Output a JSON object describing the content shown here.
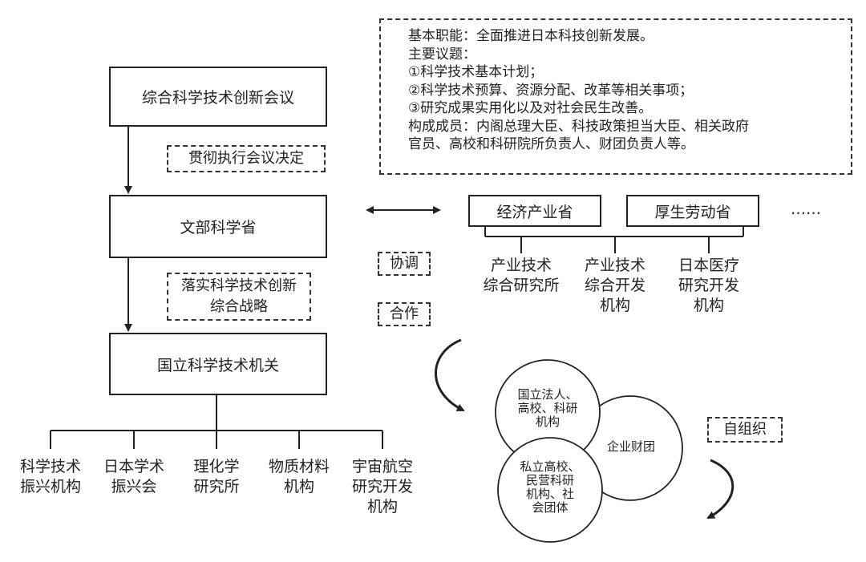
{
  "info": {
    "lines": [
      "基本职能：全面推进日本科技创新发展。",
      "主要议题：",
      "①科学技术基本计划；",
      "②科学技术预算、资源分配、改革等相关事项；",
      "③研究成果实用化以及对社会民生改善。",
      "构成成员：内阁总理大臣、科技政策担当大臣、相关政府",
      "官员、高校和科研院所负责人、财团负责人等。"
    ]
  },
  "boxes": {
    "council": "综合科学技术创新会议",
    "mext": "文部科学省",
    "national": "国立科学技术机关",
    "meti": "经济产业省",
    "mhlw": "厚生劳动省"
  },
  "dashed": {
    "implement": "贯彻执行会议决定",
    "strategy_l1": "落实科学技术创新",
    "strategy_l2": "综合战略",
    "coordinate": "协调",
    "cooperate": "合作",
    "self_org": "自组织"
  },
  "ellipsis": "……",
  "national_children": [
    {
      "l1": "科学技术",
      "l2": "振兴机构",
      "l3": ""
    },
    {
      "l1": "日本学术",
      "l2": "振兴会",
      "l3": ""
    },
    {
      "l1": "理化学",
      "l2": "研究所",
      "l3": ""
    },
    {
      "l1": "物质材料",
      "l2": "机构",
      "l3": ""
    },
    {
      "l1": "宇宙航空",
      "l2": "研究开发",
      "l3": "机构"
    }
  ],
  "ministry_children": [
    {
      "l1": "产业技术",
      "l2": "综合研究所",
      "l3": ""
    },
    {
      "l1": "产业技术",
      "l2": "综合开发",
      "l3": "机构"
    },
    {
      "l1": "日本医疗",
      "l2": "研究开发",
      "l3": "机构"
    }
  ],
  "circles": {
    "top_l1": "国立法人、",
    "top_l2": "高校、科研",
    "top_l3": "机构",
    "right": "企业财团",
    "bottom_l1": "私立高校、",
    "bottom_l2": "民营科研",
    "bottom_l3": "机构、社",
    "bottom_l4": "会团体"
  }
}
